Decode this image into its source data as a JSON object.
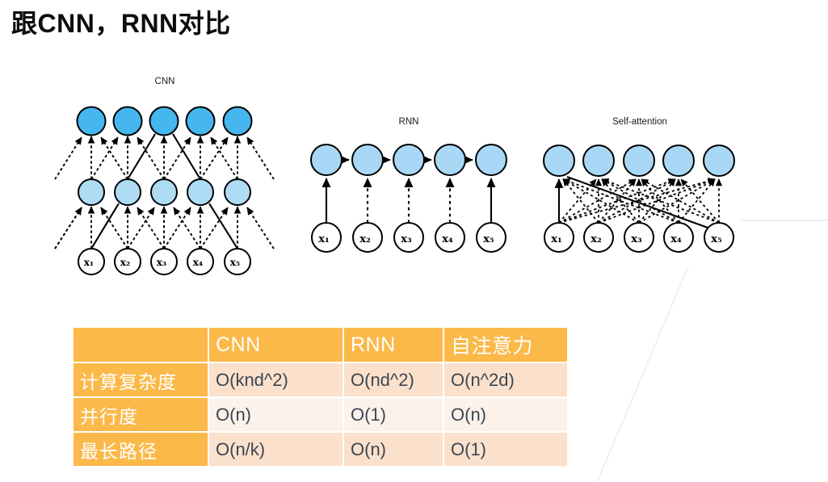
{
  "slide": {
    "title": "跟CNN，RNN对比",
    "background": "#ffffff"
  },
  "figures": {
    "cnn": {
      "label": "CNN",
      "inputs": [
        "x₁",
        "x₂",
        "x₃",
        "x₄",
        "x₅"
      ],
      "layers": 3,
      "top_color": "#45B6EE",
      "mid_color": "#AEDCF5",
      "input_color": "#ffffff"
    },
    "rnn": {
      "label": "RNN",
      "inputs": [
        "x₁",
        "x₂",
        "x₃",
        "x₄",
        "x₅"
      ],
      "layers": 2,
      "node_color": "#A8D8F5",
      "input_color": "#ffffff"
    },
    "self_attention": {
      "label": "Self-attention",
      "inputs": [
        "x₁",
        "x₂",
        "x₃",
        "x₄",
        "x₅"
      ],
      "layers": 2,
      "node_color": "#A8D8F5",
      "input_color": "#ffffff"
    }
  },
  "table": {
    "header": [
      "",
      "CNN",
      "RNN",
      "自注意力"
    ],
    "rows": [
      {
        "label": "计算复杂度",
        "values": [
          "O(knd^2)",
          "O(nd^2)",
          "O(n^2d)"
        ]
      },
      {
        "label": "并行度",
        "values": [
          "O(n)",
          "O(1)",
          "O(n)"
        ]
      },
      {
        "label": "最长路径",
        "values": [
          "O(n/k)",
          "O(n)",
          "O(1)"
        ]
      }
    ],
    "colors": {
      "header_bg": "#FBB949",
      "header_fg": "#ffffff",
      "row_band_a": "#FBE0CB",
      "row_band_b": "#FDF2EA",
      "cell_fg": "#3B4654"
    }
  }
}
